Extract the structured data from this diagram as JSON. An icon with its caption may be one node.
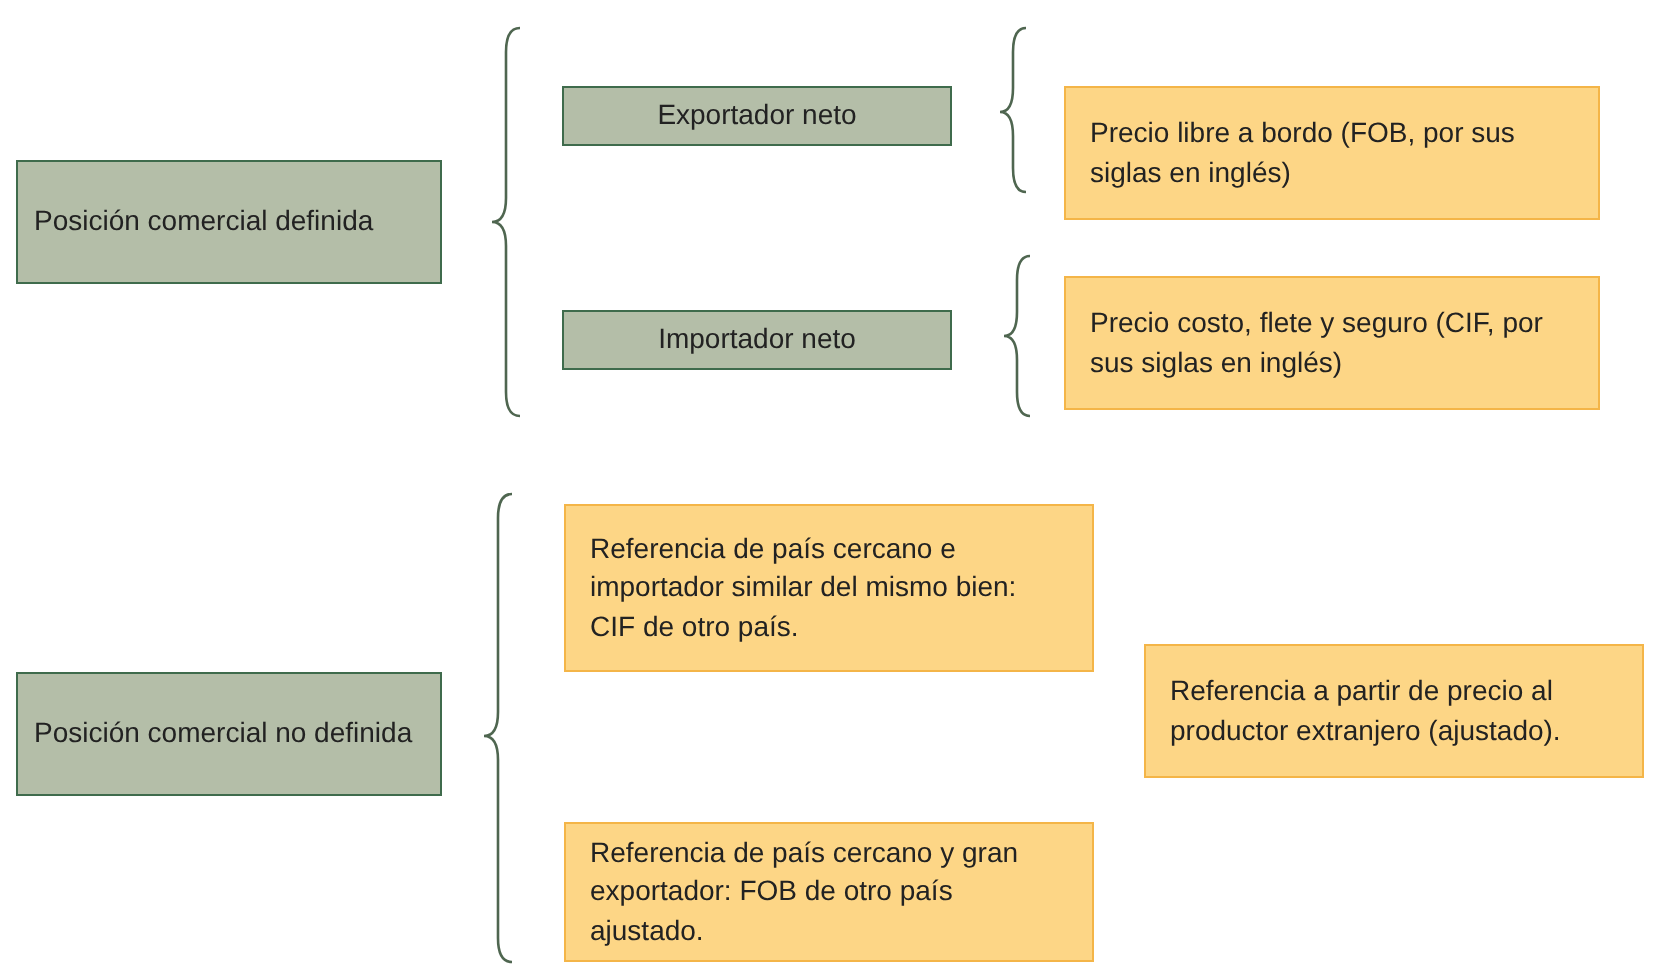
{
  "diagram": {
    "nodes": [
      {
        "text": [
          "Posición comercial definida"
        ]
      },
      {
        "text": [
          "Exportador neto"
        ]
      },
      {
        "text": [
          "Importador neto"
        ]
      },
      {
        "text": [
          "Precio libre a bordo (FOB, por sus siglas en inglés)"
        ]
      },
      {
        "text": [
          "Precio costo, flete y seguro (CIF, por sus siglas en inglés)"
        ]
      },
      {
        "text": [
          "Posición comercial no definida"
        ]
      },
      {
        "text": [
          "Referencia de país cercano e importador similar del mismo bien: CIF de otro país."
        ]
      },
      {
        "text": [
          "Referencia a partir de precio al productor extranjero (ajustado)."
        ]
      },
      {
        "text": [
          "Referencia de país cercano y gran exportador: FOB de otro país ajustado."
        ]
      }
    ]
  }
}
